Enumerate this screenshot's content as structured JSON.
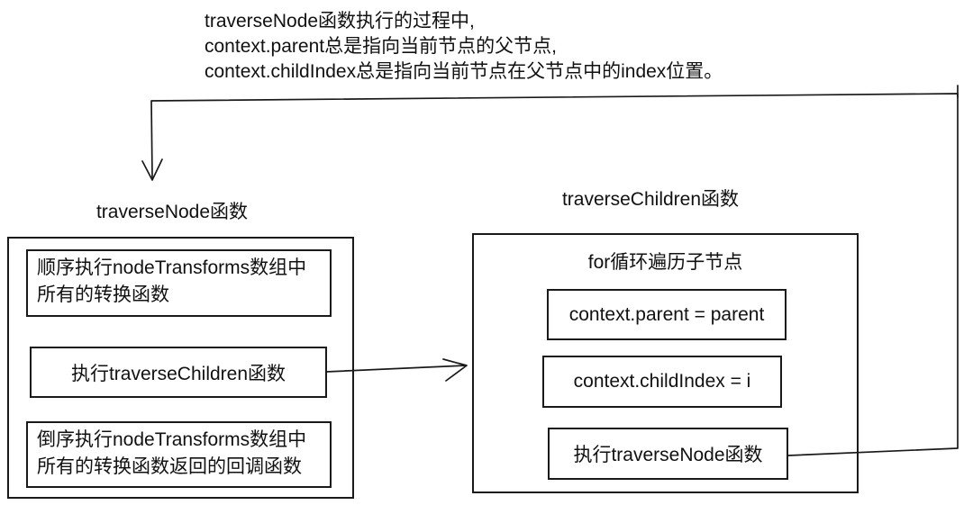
{
  "colors": {
    "ink": "#1a1a1a",
    "background": "#ffffff"
  },
  "annotation": {
    "lines": [
      "traverseNode函数执行的过程中,",
      "context.parent总是指向当前节点的父节点,",
      "context.childIndex总是指向当前节点在父节点中的index位置。"
    ]
  },
  "left_panel": {
    "title": "traverseNode函数",
    "steps": [
      "顺序执行nodeTransforms数组中所有的转换函数",
      "执行traverseChildren函数",
      "倒序执行nodeTransforms数组中所有的转换函数返回的回调函数"
    ]
  },
  "right_panel": {
    "title": "traverseChildren函数",
    "loop_label": "for循环遍历子节点",
    "steps": [
      "context.parent = parent",
      "context.childIndex = i",
      "执行traverseNode函数"
    ]
  }
}
